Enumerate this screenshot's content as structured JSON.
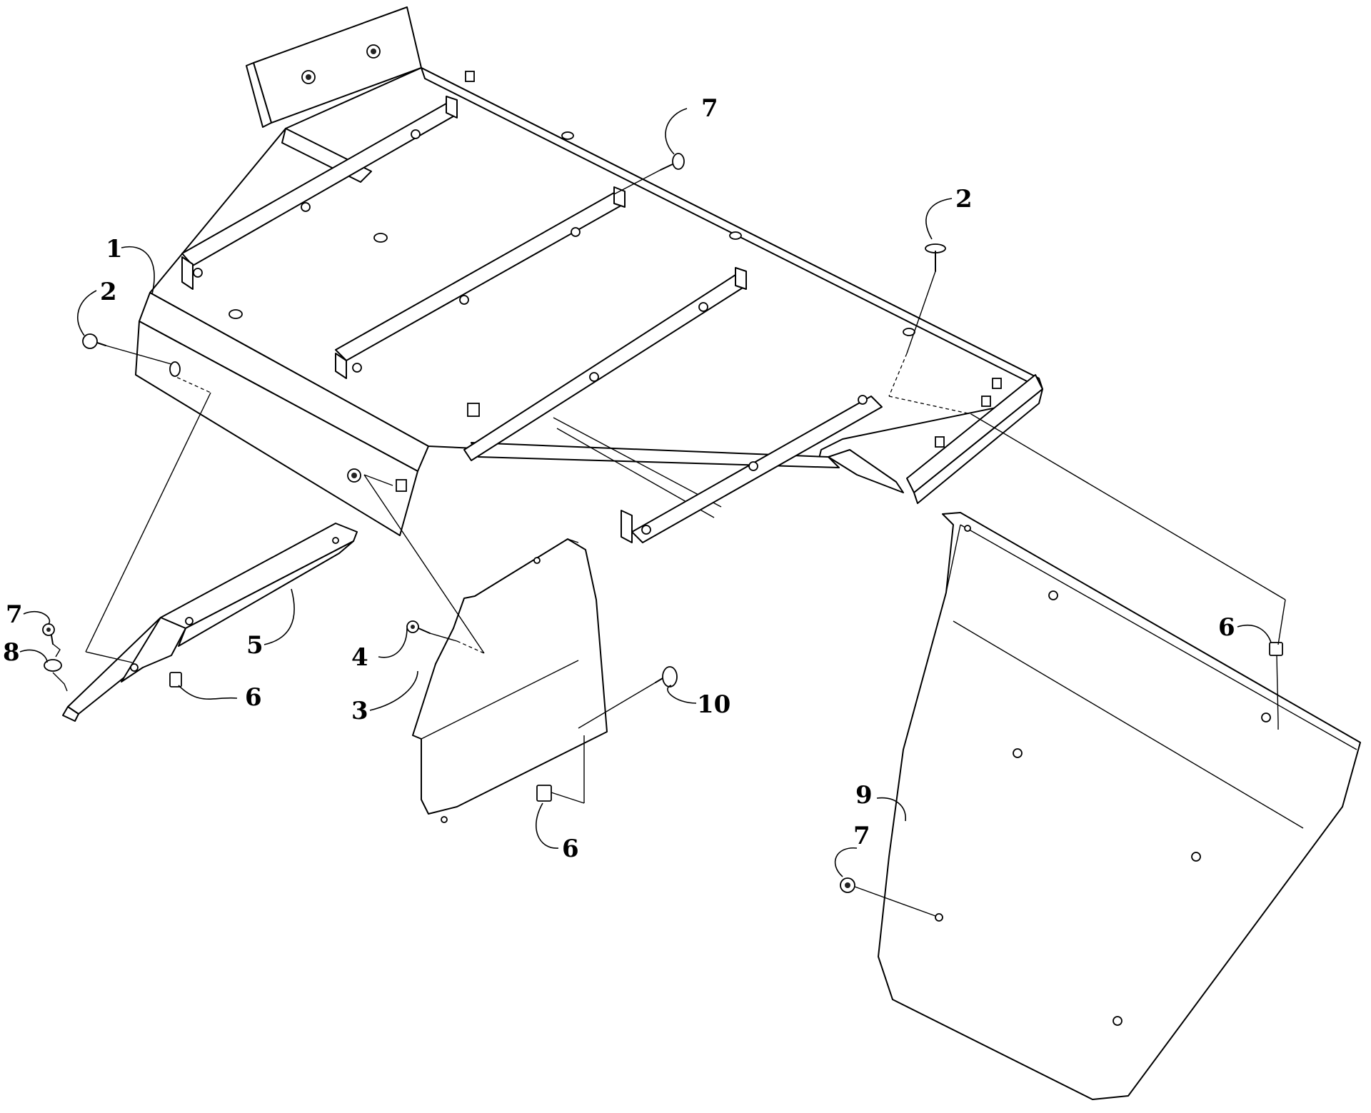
{
  "diagram": {
    "type": "exploded-parts-view",
    "callouts": [
      {
        "id": "c1",
        "label": "1"
      },
      {
        "id": "c2a",
        "label": "2"
      },
      {
        "id": "c2b",
        "label": "2"
      },
      {
        "id": "c3",
        "label": "3"
      },
      {
        "id": "c4",
        "label": "4"
      },
      {
        "id": "c5",
        "label": "5"
      },
      {
        "id": "c6a",
        "label": "6"
      },
      {
        "id": "c6b",
        "label": "6"
      },
      {
        "id": "c6c",
        "label": "6"
      },
      {
        "id": "c7a",
        "label": "7"
      },
      {
        "id": "c7b",
        "label": "7"
      },
      {
        "id": "c7c",
        "label": "7"
      },
      {
        "id": "c8",
        "label": "8"
      },
      {
        "id": "c9",
        "label": "9"
      },
      {
        "id": "c10",
        "label": "10"
      }
    ]
  }
}
